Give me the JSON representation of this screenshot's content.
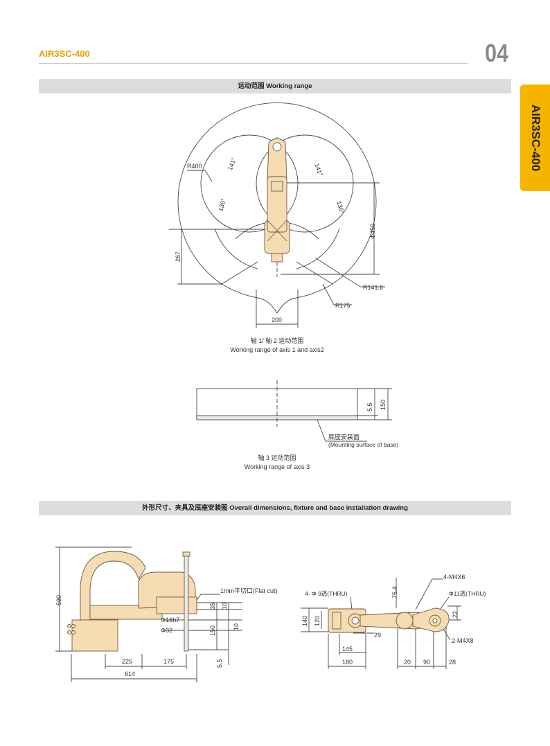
{
  "header": {
    "model": "AIR3SC-400",
    "page_number": "04",
    "side_tab": "AIR3SC-400"
  },
  "section1": {
    "title": "运动范围 Working range"
  },
  "fig1": {
    "caption_cn": "轴 1/ 轴 2 运动范围",
    "caption_en": "Working range of axis 1 and axis2",
    "labels": {
      "r400": "R400",
      "a141_left": "141°",
      "a141_right": "141°",
      "a136_left": "136°",
      "a136_right": "136°",
      "phi450": "Φ450",
      "d267": "267",
      "r1416": "R141.6",
      "r175": "R175",
      "d200": "200"
    }
  },
  "fig2": {
    "caption_cn": "轴 3 运动范围",
    "caption_en": "Working range of axis 3",
    "labels": {
      "d55": "5.5",
      "d150": "150",
      "mount_cn": "底座安装面",
      "mount_en": "(Mounting surface of base)"
    }
  },
  "section2": {
    "title": "外形尺寸、夹具及底座安装图 Overall dimensions, fixture and base installation drawing"
  },
  "fig3": {
    "labels": {
      "d590": "590",
      "flatcut": "1mm平切口(Flat cut)",
      "phi16": "Φ16h7",
      "phi32": "Φ32",
      "d35": "35",
      "d10a": "10",
      "d10b": "10",
      "d150": "150",
      "d55": "5.5",
      "d225": "225",
      "d175": "175",
      "d614": "614"
    }
  },
  "fig4": {
    "labels": {
      "m4x6": "4-M4X6",
      "phi9": "4- Φ 9透(THRU)",
      "d754": "75.4",
      "phi11": "Φ11透(THRU)",
      "d140": "140",
      "d120": "120",
      "d22": "22",
      "d29": "29",
      "m4x8": "2-M4X8",
      "d145": "145",
      "d180": "180",
      "d20": "20",
      "d90": "90",
      "d28": "28"
    }
  },
  "colors": {
    "accent": "#f4b400",
    "model_text": "#e8a100",
    "robot_fill": "#f6dcb3",
    "robot_stroke": "#6b5a40",
    "bar": "#dddddd"
  }
}
